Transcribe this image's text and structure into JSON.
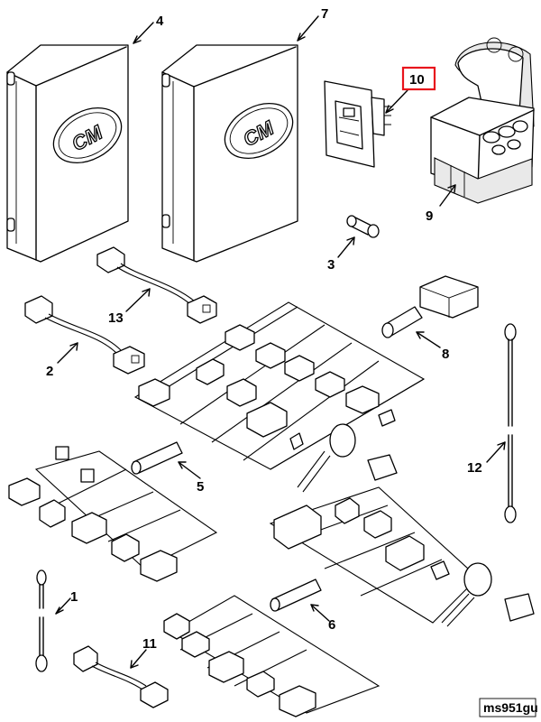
{
  "callouts": {
    "c1": "1",
    "c2": "2",
    "c3": "3",
    "c4": "4",
    "c5": "5",
    "c6": "6",
    "c7": "7",
    "c8": "8",
    "c9": "9",
    "c10": "10",
    "c11": "11",
    "c12": "12",
    "c13": "13"
  },
  "logos": {
    "left": "CM",
    "right": "CM"
  },
  "figure_code": "ms951gu",
  "highlight_color": "#e8141c"
}
